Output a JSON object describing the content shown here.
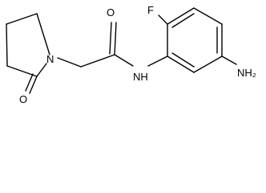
{
  "molecule": {
    "atom_labels": {
      "fluorine": "F",
      "amide_oxygen": "O",
      "amide_nitrogen": "NH",
      "ring_nitrogen": "N",
      "lactam_oxygen": "O",
      "amine": "NH₂"
    }
  }
}
